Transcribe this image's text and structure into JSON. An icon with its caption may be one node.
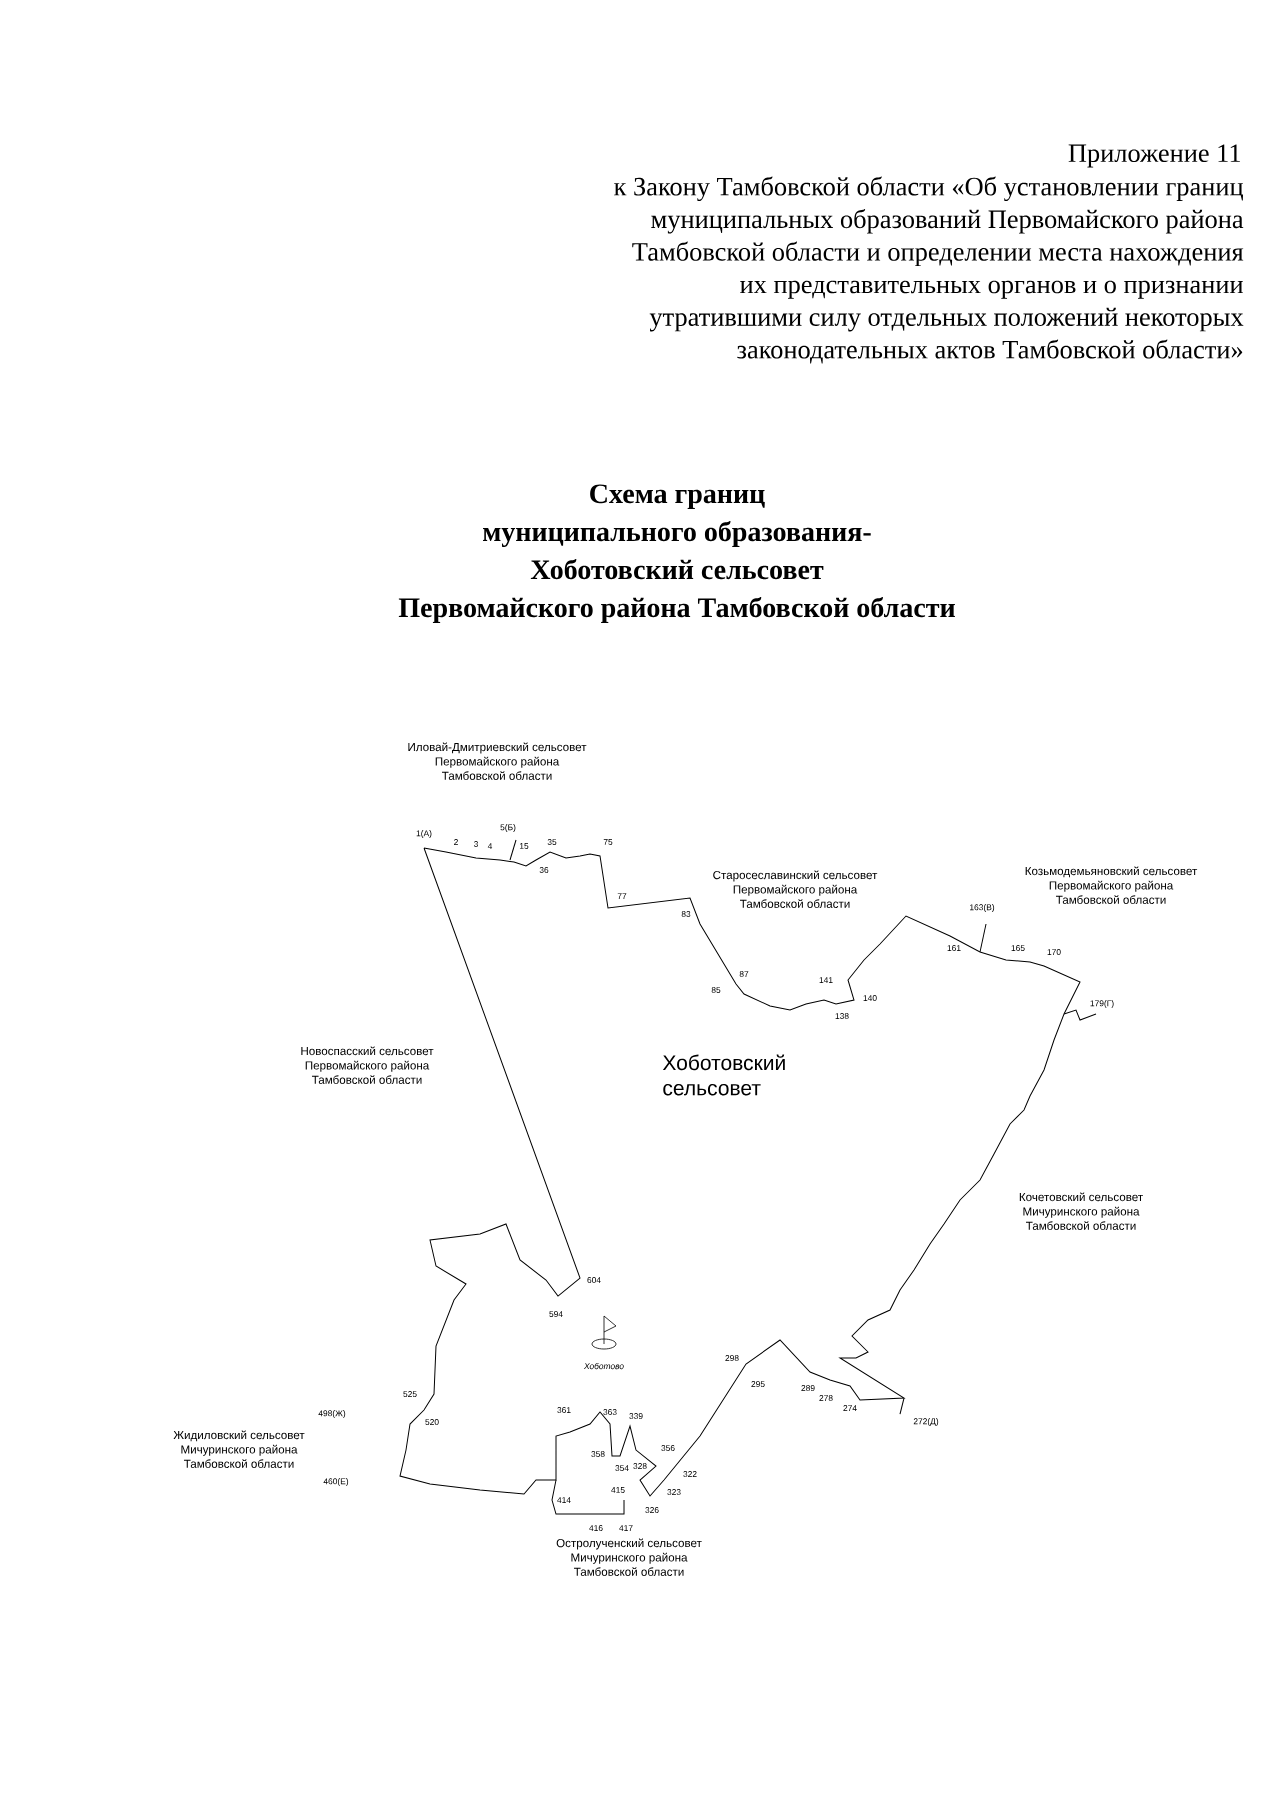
{
  "diagram": {
    "title": "Схема границ муниципального образования- Хоботовский сельсовет Первомайского района Тамбовской области",
    "labels": [
      "Приложение 11",
      "к Закону Тамбовской области «Об установлении границ муниципальных образований Первомайского района Тамбовской области и определении места нахождения их представительных органов и о признании утратившими силу отдельных положений некоторых законодательных актов Тамбовской области»",
      "Иловай-Дмитриевский сельсовет Первомайского района Тамбовской области",
      "Старосеславинский сельсовет Первомайского района Тамбовской области",
      "Козьмодемьяновский сельсовет Первомайского района Тамбовской области",
      "Новоспасский сельсовет Первомайского района Тамбовской области",
      "Хоботовский сельсовет",
      "Кочетовский сельсовет Мичуринского района Тамбовской области",
      "Хоботово",
      "Жидиловский сельсовет Мичуринского района Тамбовской области",
      "Остролученский сельсовет Мичуринского района Тамбовской области",
      "1(А)",
      "2",
      "3",
      "4",
      "5(Б)",
      "15",
      "35",
      "36",
      "75",
      "77",
      "83",
      "85",
      "87",
      "141",
      "140",
      "138",
      "161",
      "163(В)",
      "165",
      "170",
      "179(Г)",
      "604",
      "594",
      "298",
      "295",
      "289",
      "278",
      "274",
      "272(Д)",
      "525",
      "520",
      "498(Ж)",
      "460(Е)",
      "361",
      "363",
      "339",
      "358",
      "354",
      "356",
      "328",
      "322",
      "415",
      "323",
      "414",
      "326",
      "416",
      "417"
    ]
  }
}
